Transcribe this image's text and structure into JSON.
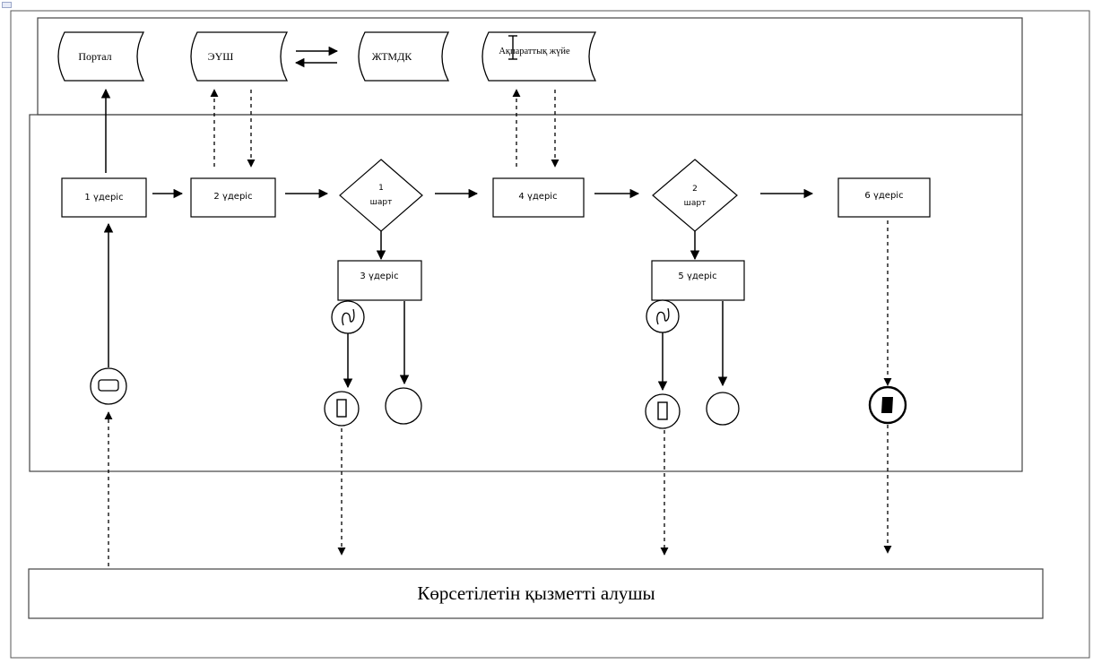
{
  "systems": {
    "portal": "Портал",
    "esh": "ЭҮШ",
    "zhtmdk": "ЖТМДК",
    "info_system": "Ақпараттық жүйе"
  },
  "processes": {
    "p1": "1 үдеріс",
    "p2": "2 үдеріс",
    "p3": "3 үдеріс",
    "p4": "4 үдеріс",
    "p5": "5 үдеріс",
    "p6": "6 үдеріс"
  },
  "conditions": {
    "c1_num": "1",
    "c1_word": "шарт",
    "c2_num": "2",
    "c2_word": "шарт"
  },
  "recipient": "Көрсетілетін қызметті алушы",
  "colors": {
    "line": "#000000",
    "frame": "#444444",
    "cursor_mark": "#000000"
  }
}
